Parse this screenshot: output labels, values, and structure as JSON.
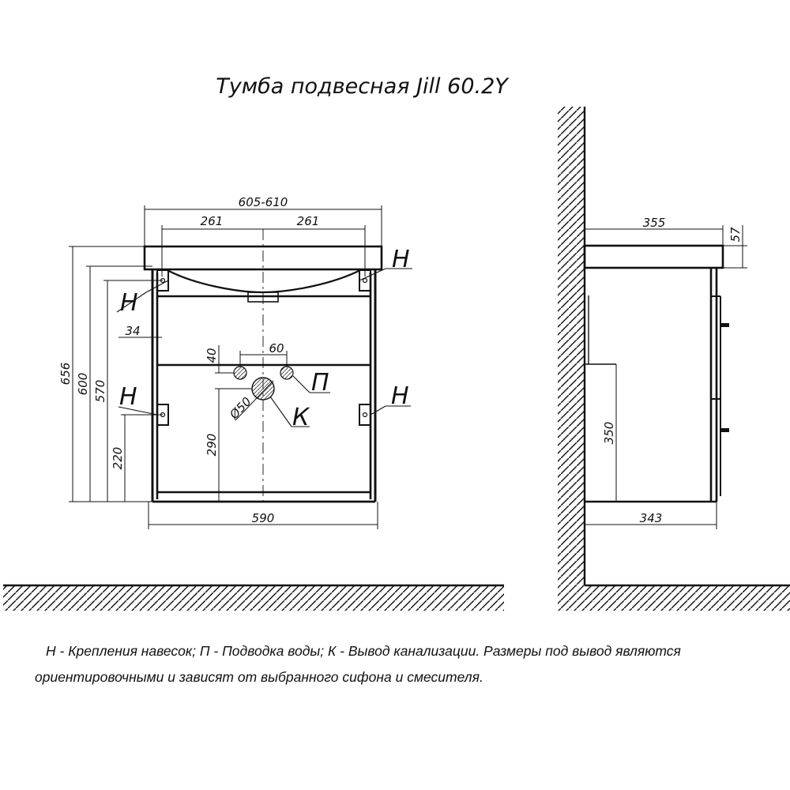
{
  "title": "Тумба подвесная Jill 60.2Y",
  "front_view": {
    "dims": {
      "overall_width": "605-610",
      "half_left": "261",
      "half_right": "261",
      "bottom_width": "590",
      "side_offset": "34",
      "height_total": "656",
      "height_600": "600",
      "height_570": "570",
      "height_220": "220",
      "drain_height": "290",
      "supply_height": "40",
      "supply_spacing": "60",
      "drain_diameter": "Ø50"
    },
    "markers": {
      "h_top_right": "Н",
      "h_top_left": "Н",
      "h_bottom_left": "Н",
      "h_bottom_right": "Н",
      "p": "П",
      "k": "К"
    }
  },
  "side_view": {
    "dims": {
      "top_depth": "355",
      "top_thickness": "57",
      "mount_height": "350",
      "bottom_depth": "343"
    }
  },
  "legend": {
    "line1": "Н - Крепления навесок; П - Подводка воды; К - Вывод канализации. Размеры под вывод являются",
    "line2": "ориентировочными и зависят от выбранного сифона и смесителя."
  }
}
